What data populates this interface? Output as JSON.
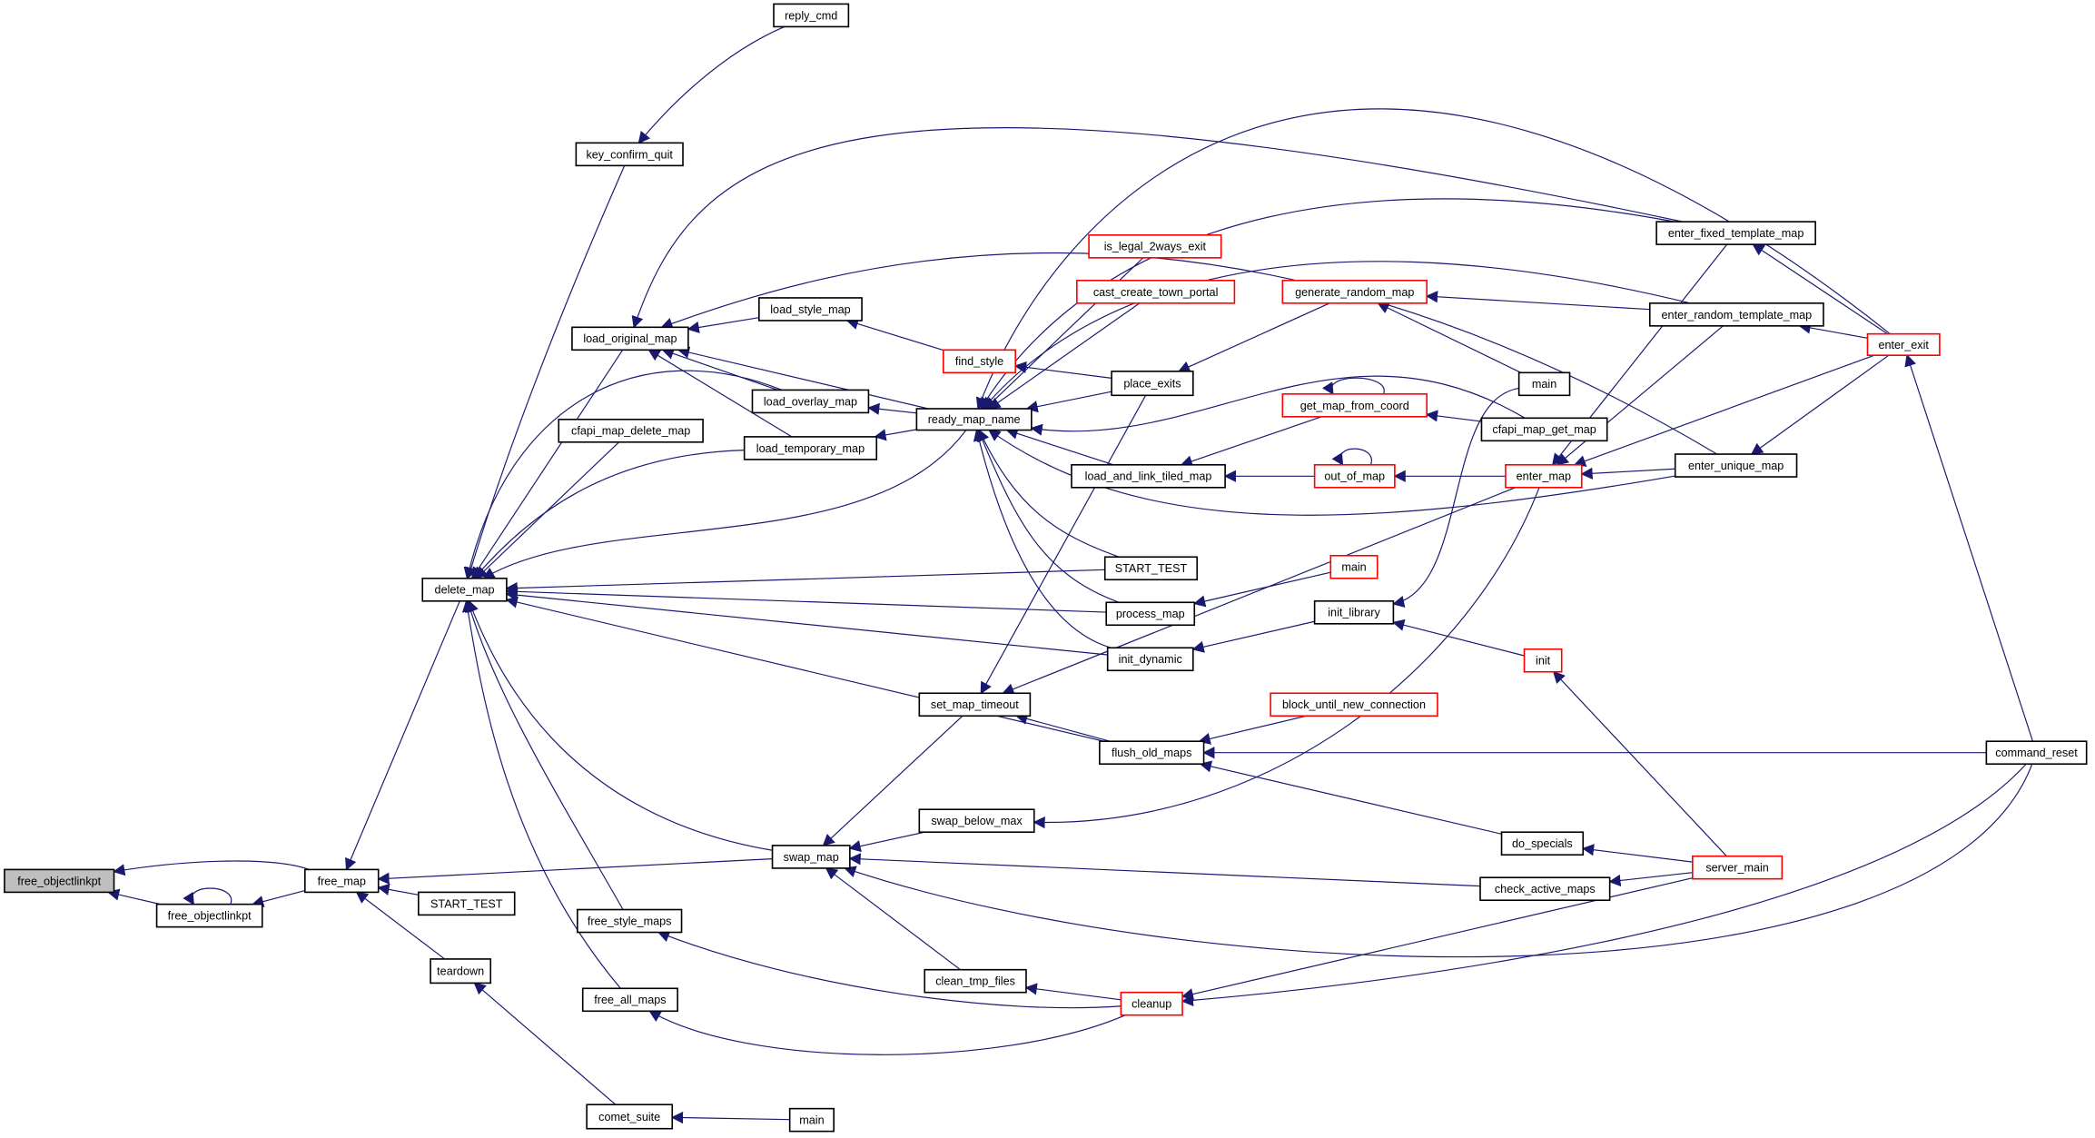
{
  "colors": {
    "edge": "#191970",
    "highlight_fill": "#bfbfbf",
    "border_black": "#000000",
    "border_red": "#ff0000"
  },
  "nodes": [
    {
      "id": "free_objectlinkpt_root",
      "label": "free_objectlinkpt",
      "style": "highlight"
    },
    {
      "id": "free_objectlinkpt",
      "label": "free_objectlinkpt",
      "style": "black"
    },
    {
      "id": "free_map",
      "label": "free_map",
      "style": "black"
    },
    {
      "id": "start_test_a",
      "label": "START_TEST",
      "style": "black"
    },
    {
      "id": "teardown",
      "label": "teardown",
      "style": "black"
    },
    {
      "id": "comet_suite",
      "label": "comet_suite",
      "style": "black"
    },
    {
      "id": "main_c",
      "label": "main",
      "style": "black"
    },
    {
      "id": "delete_map",
      "label": "delete_map",
      "style": "black"
    },
    {
      "id": "key_confirm_quit",
      "label": "key_confirm_quit",
      "style": "black"
    },
    {
      "id": "reply_cmd",
      "label": "reply_cmd",
      "style": "black"
    },
    {
      "id": "load_original_map",
      "label": "load_original_map",
      "style": "black"
    },
    {
      "id": "cfapi_map_delete_map",
      "label": "cfapi_map_delete_map",
      "style": "black"
    },
    {
      "id": "load_style_map",
      "label": "load_style_map",
      "style": "black"
    },
    {
      "id": "load_overlay_map",
      "label": "load_overlay_map",
      "style": "black"
    },
    {
      "id": "load_temporary_map",
      "label": "load_temporary_map",
      "style": "black"
    },
    {
      "id": "free_style_maps",
      "label": "free_style_maps",
      "style": "black"
    },
    {
      "id": "free_all_maps",
      "label": "free_all_maps",
      "style": "black"
    },
    {
      "id": "ready_map_name",
      "label": "ready_map_name",
      "style": "black"
    },
    {
      "id": "set_map_timeout",
      "label": "set_map_timeout",
      "style": "black"
    },
    {
      "id": "swap_map",
      "label": "swap_map",
      "style": "black"
    },
    {
      "id": "swap_below_max",
      "label": "swap_below_max",
      "style": "black"
    },
    {
      "id": "clean_tmp_files",
      "label": "clean_tmp_files",
      "style": "black"
    },
    {
      "id": "is_legal_2ways_exit",
      "label": "is_legal_2ways_exit",
      "style": "red"
    },
    {
      "id": "cast_create_town_portal",
      "label": "cast_create_town_portal",
      "style": "red"
    },
    {
      "id": "find_style",
      "label": "find_style",
      "style": "red"
    },
    {
      "id": "place_exits",
      "label": "place_exits",
      "style": "black"
    },
    {
      "id": "load_and_link_tiled_map",
      "label": "load_and_link_tiled_map",
      "style": "black"
    },
    {
      "id": "start_test_b",
      "label": "START_TEST",
      "style": "black"
    },
    {
      "id": "process_map",
      "label": "process_map",
      "style": "black"
    },
    {
      "id": "init_dynamic",
      "label": "init_dynamic",
      "style": "black"
    },
    {
      "id": "flush_old_maps",
      "label": "flush_old_maps",
      "style": "black"
    },
    {
      "id": "cleanup",
      "label": "cleanup",
      "style": "red"
    },
    {
      "id": "generate_random_map",
      "label": "generate_random_map",
      "style": "red"
    },
    {
      "id": "get_map_from_coord",
      "label": "get_map_from_coord",
      "style": "red"
    },
    {
      "id": "out_of_map",
      "label": "out_of_map",
      "style": "red"
    },
    {
      "id": "main_red",
      "label": "main",
      "style": "red"
    },
    {
      "id": "init_library",
      "label": "init_library",
      "style": "black"
    },
    {
      "id": "block_until_new_connection",
      "label": "block_until_new_connection",
      "style": "red"
    },
    {
      "id": "main_b",
      "label": "main",
      "style": "black"
    },
    {
      "id": "cfapi_map_get_map",
      "label": "cfapi_map_get_map",
      "style": "black"
    },
    {
      "id": "enter_map",
      "label": "enter_map",
      "style": "red"
    },
    {
      "id": "init",
      "label": "init",
      "style": "red"
    },
    {
      "id": "do_specials",
      "label": "do_specials",
      "style": "black"
    },
    {
      "id": "check_active_maps",
      "label": "check_active_maps",
      "style": "black"
    },
    {
      "id": "enter_fixed_template_map",
      "label": "enter_fixed_template_map",
      "style": "black"
    },
    {
      "id": "enter_random_template_map",
      "label": "enter_random_template_map",
      "style": "black"
    },
    {
      "id": "enter_unique_map",
      "label": "enter_unique_map",
      "style": "black"
    },
    {
      "id": "server_main",
      "label": "server_main",
      "style": "red"
    },
    {
      "id": "enter_exit",
      "label": "enter_exit",
      "style": "red"
    },
    {
      "id": "command_reset",
      "label": "command_reset",
      "style": "black"
    }
  ],
  "edges": [
    [
      "free_objectlinkpt",
      "free_objectlinkpt_root"
    ],
    [
      "free_map",
      "free_objectlinkpt_root"
    ],
    [
      "free_map",
      "free_objectlinkpt"
    ],
    [
      "free_objectlinkpt",
      "free_objectlinkpt"
    ],
    [
      "delete_map",
      "free_map"
    ],
    [
      "start_test_a",
      "free_map"
    ],
    [
      "teardown",
      "free_map"
    ],
    [
      "swap_map",
      "free_map"
    ],
    [
      "comet_suite",
      "teardown"
    ],
    [
      "main_c",
      "comet_suite"
    ],
    [
      "key_confirm_quit",
      "delete_map"
    ],
    [
      "load_original_map",
      "delete_map"
    ],
    [
      "cfapi_map_delete_map",
      "delete_map"
    ],
    [
      "load_overlay_map",
      "delete_map"
    ],
    [
      "load_temporary_map",
      "delete_map"
    ],
    [
      "ready_map_name",
      "delete_map"
    ],
    [
      "start_test_b",
      "delete_map"
    ],
    [
      "process_map",
      "delete_map"
    ],
    [
      "init_dynamic",
      "delete_map"
    ],
    [
      "flush_old_maps",
      "delete_map"
    ],
    [
      "swap_map",
      "delete_map"
    ],
    [
      "free_style_maps",
      "delete_map"
    ],
    [
      "free_all_maps",
      "delete_map"
    ],
    [
      "reply_cmd",
      "key_confirm_quit"
    ],
    [
      "load_style_map",
      "load_original_map"
    ],
    [
      "load_overlay_map",
      "load_original_map"
    ],
    [
      "load_temporary_map",
      "load_original_map"
    ],
    [
      "ready_map_name",
      "load_original_map"
    ],
    [
      "enter_fixed_template_map",
      "load_original_map"
    ],
    [
      "enter_unique_map",
      "load_original_map"
    ],
    [
      "find_style",
      "load_style_map"
    ],
    [
      "place_exits",
      "find_style"
    ],
    [
      "ready_map_name",
      "load_overlay_map"
    ],
    [
      "ready_map_name",
      "load_temporary_map"
    ],
    [
      "is_legal_2ways_exit",
      "ready_map_name"
    ],
    [
      "cast_create_town_portal",
      "ready_map_name"
    ],
    [
      "place_exits",
      "ready_map_name"
    ],
    [
      "enter_exit",
      "ready_map_name"
    ],
    [
      "enter_fixed_template_map",
      "ready_map_name"
    ],
    [
      "enter_random_template_map",
      "ready_map_name"
    ],
    [
      "load_and_link_tiled_map",
      "ready_map_name"
    ],
    [
      "start_test_b",
      "ready_map_name"
    ],
    [
      "process_map",
      "ready_map_name"
    ],
    [
      "init_dynamic",
      "ready_map_name"
    ],
    [
      "enter_unique_map",
      "ready_map_name"
    ],
    [
      "cfapi_map_get_map",
      "ready_map_name"
    ],
    [
      "place_exits",
      "set_map_timeout"
    ],
    [
      "enter_map",
      "set_map_timeout"
    ],
    [
      "flush_old_maps",
      "set_map_timeout"
    ],
    [
      "set_map_timeout",
      "swap_map"
    ],
    [
      "swap_below_max",
      "swap_map"
    ],
    [
      "clean_tmp_files",
      "swap_map"
    ],
    [
      "check_active_maps",
      "swap_map"
    ],
    [
      "command_reset",
      "swap_map"
    ],
    [
      "block_until_new_connection",
      "flush_old_maps"
    ],
    [
      "command_reset",
      "flush_old_maps"
    ],
    [
      "do_specials",
      "flush_old_maps"
    ],
    [
      "enter_map",
      "swap_below_max"
    ],
    [
      "cleanup",
      "clean_tmp_files"
    ],
    [
      "server_main",
      "cleanup"
    ],
    [
      "command_reset",
      "cleanup"
    ],
    [
      "cleanup",
      "free_style_maps"
    ],
    [
      "cleanup",
      "free_all_maps"
    ],
    [
      "generate_random_map",
      "place_exits"
    ],
    [
      "enter_random_template_map",
      "generate_random_map"
    ],
    [
      "main_b",
      "generate_random_map"
    ],
    [
      "get_map_from_coord",
      "load_and_link_tiled_map"
    ],
    [
      "out_of_map",
      "load_and_link_tiled_map"
    ],
    [
      "get_map_from_coord",
      "get_map_from_coord"
    ],
    [
      "cfapi_map_get_map",
      "get_map_from_coord"
    ],
    [
      "out_of_map",
      "out_of_map"
    ],
    [
      "enter_map",
      "out_of_map"
    ],
    [
      "main_red",
      "process_map"
    ],
    [
      "init_library",
      "init_dynamic"
    ],
    [
      "init",
      "init_library"
    ],
    [
      "main_b",
      "init_library"
    ],
    [
      "enter_exit",
      "enter_map"
    ],
    [
      "enter_unique_map",
      "enter_map"
    ],
    [
      "enter_fixed_template_map",
      "enter_map"
    ],
    [
      "enter_random_template_map",
      "enter_map"
    ],
    [
      "server_main",
      "init"
    ],
    [
      "server_main",
      "do_specials"
    ],
    [
      "server_main",
      "check_active_maps"
    ],
    [
      "enter_exit",
      "enter_fixed_template_map"
    ],
    [
      "enter_exit",
      "enter_random_template_map"
    ],
    [
      "enter_exit",
      "enter_unique_map"
    ],
    [
      "command_reset",
      "enter_exit"
    ]
  ]
}
